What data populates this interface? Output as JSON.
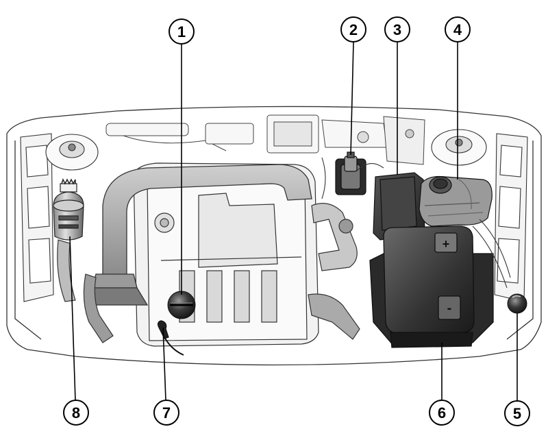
{
  "diagram": {
    "callouts": [
      {
        "id": "callout-1",
        "label": "1"
      },
      {
        "id": "callout-2",
        "label": "2"
      },
      {
        "id": "callout-3",
        "label": "3"
      },
      {
        "id": "callout-4",
        "label": "4"
      },
      {
        "id": "callout-5",
        "label": "5"
      },
      {
        "id": "callout-6",
        "label": "6"
      },
      {
        "id": "callout-7",
        "label": "7"
      },
      {
        "id": "callout-8",
        "label": "8"
      }
    ],
    "battery": {
      "plus_symbol": "+",
      "minus_symbol": "-"
    }
  }
}
